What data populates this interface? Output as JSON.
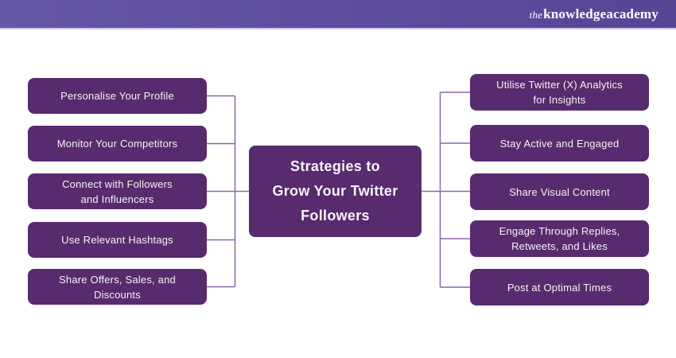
{
  "header": {
    "logo": {
      "the": "the",
      "knowledge": "knowledge",
      "academy": "academy"
    }
  },
  "diagram": {
    "center": {
      "lines": [
        "Strategies to",
        "Grow Your Twitter",
        "Followers"
      ]
    },
    "left_items": [
      {
        "lines": [
          "Personalise Your Profile"
        ]
      },
      {
        "lines": [
          "Monitor Your Competitors"
        ]
      },
      {
        "lines": [
          "Connect with Followers",
          "and Influencers"
        ]
      },
      {
        "lines": [
          "Use Relevant Hashtags"
        ]
      },
      {
        "lines": [
          "Share Offers, Sales, and",
          "Discounts"
        ]
      }
    ],
    "right_items": [
      {
        "lines": [
          "Utilise Twitter (X) Analytics",
          "for Insights"
        ]
      },
      {
        "lines": [
          "Stay Active and Engaged"
        ]
      },
      {
        "lines": [
          "Share Visual Content"
        ]
      },
      {
        "lines": [
          "Engage Through Replies,",
          "Retweets, and Likes"
        ]
      },
      {
        "lines": [
          "Post at Optimal Times"
        ]
      }
    ]
  },
  "colors": {
    "header_purple": "#5d4c9e",
    "node_purple": "#572b6d",
    "connector_purple": "#8a67ac",
    "header_border": "#cfc8e6",
    "text_white": "#f7f3fa"
  }
}
